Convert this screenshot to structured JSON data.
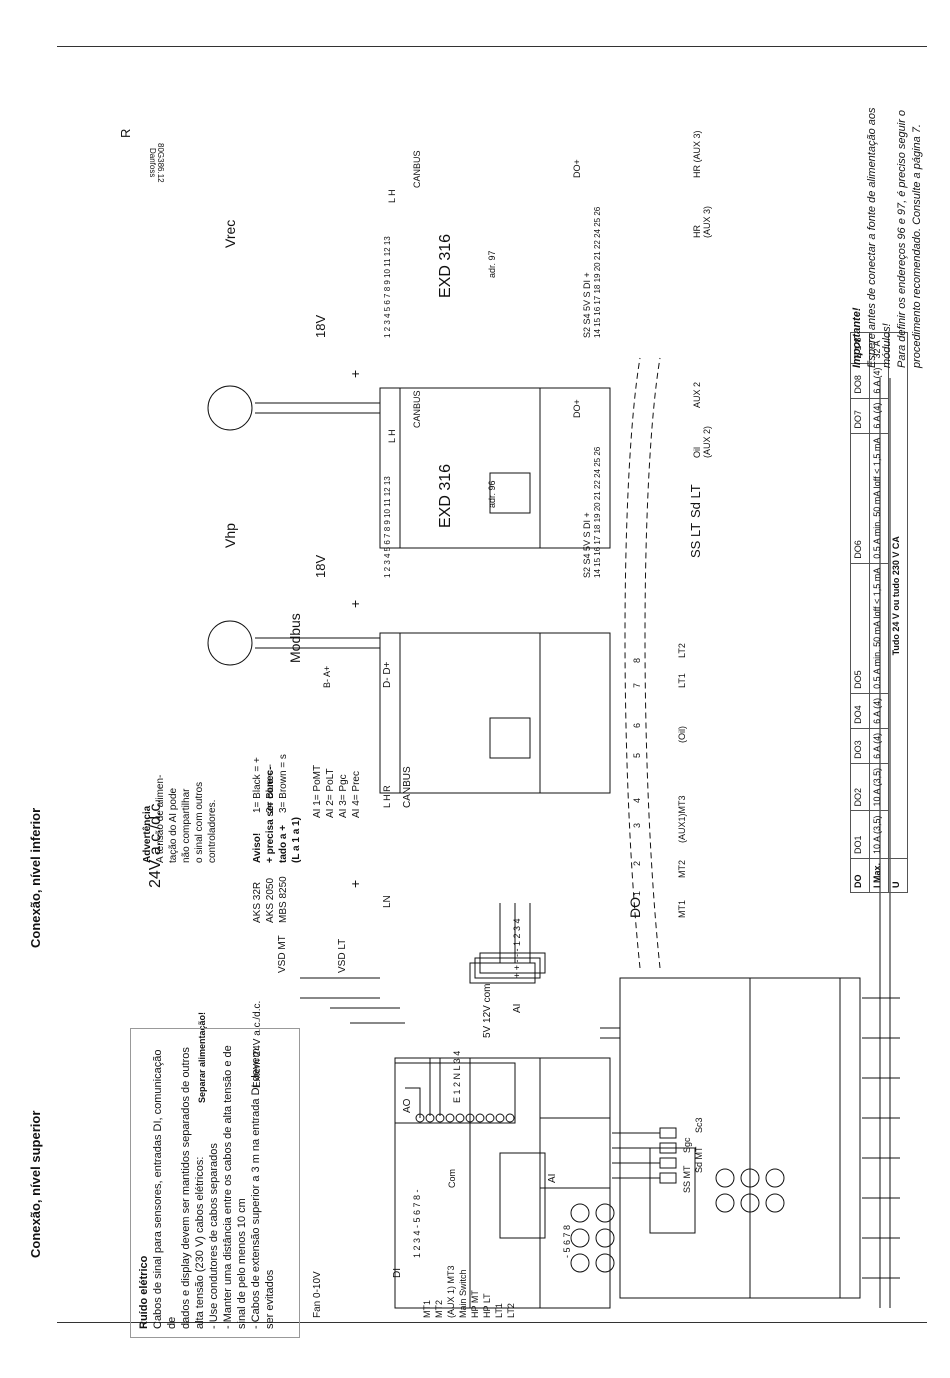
{
  "headings": {
    "upper": "Conexão, nível superior",
    "lower": "Conexão, nível inferior"
  },
  "ref": {
    "brand": "Danfoss",
    "code": "80G386.12"
  },
  "upper": {
    "separar": "Separar alimentação!",
    "fan": "Fan 0-10V",
    "extern": "Extern 24V a.c./d.c.",
    "vsd_mt": "VSD MT",
    "vsd_lt": "VSD LT",
    "v010": "0-10V",
    "advertencia_title": "Advertência",
    "advertencia": [
      "A tensão de alimen-",
      "tação do AI pode",
      "não compartilhar",
      "o sinal com outros",
      "controladores."
    ],
    "aviso_title": "Aviso!",
    "aviso": [
      "+ precisa ser conec-",
      "tado a +",
      "(L a 1 a 1)"
    ],
    "sensors": [
      "AKS 32R",
      "AKS 2050",
      "MBS 8250"
    ],
    "colors": [
      "1= Black = +",
      "2= Blue = -",
      "3= Brown = s"
    ],
    "ai_map": [
      "AI 1= PoMT",
      "AI 2= PoLT",
      "AI 3= Pgc",
      "AI 4= Prec"
    ],
    "ao": "AO",
    "ao_terms": "E 1 2 N L 3 4",
    "ai": "AI",
    "ai_terms": "+ +  - - - 1 2 3 4",
    "vcom": "5V 12V com",
    "di": "DI",
    "di_terms": "1 2 3 4 - 5 6 7 8 -",
    "com": "Com",
    "ai2": "AI",
    "ai2_terms": "- 5 6 7 8",
    "di_labels": [
      "MT1",
      "MT2",
      "(AUX 1) MT3",
      "Main Switch",
      "HP MT",
      "HP LT",
      "LT1",
      "LT2"
    ],
    "ai_sensors": [
      "SS MT",
      "Sd MT",
      "Sgc",
      "Sc3"
    ]
  },
  "lower": {
    "supply": "24V a.c./d.c.",
    "modbus": "Modbus",
    "ab": "B- A+",
    "canbus": "CANBUS",
    "canterms": "L H R",
    "dd": "D- D+",
    "ln": "LN",
    "do_label": "DO",
    "do_nums": [
      "1",
      "2",
      "3",
      "4",
      "5",
      "6",
      "7",
      "8"
    ],
    "do_labels": [
      "MT1",
      "MT2",
      "(AUX1)MT3",
      "",
      "(Oil)",
      "",
      "LT1",
      "LT2"
    ],
    "exd": [
      {
        "name": "EXD 316",
        "adr": "adr. 96",
        "valve": "Vhp",
        "v18": "18V",
        "terms_top": "1 2 3 4 5 6 7 8 9 10 11 12 13",
        "bus": "CANBUS",
        "lh": "L H",
        "terms_bot": "14 15 16 17 18 19 20 21 22  24 25 26",
        "s_bot": "S2 S4 5V S DI +",
        "do": "DO+",
        "sensors": [
          "SS LT",
          "Sd LT"
        ],
        "aux": [
          "Oil",
          "(AUX 2)",
          "AUX 2"
        ]
      },
      {
        "name": "EXD 316",
        "adr": "adr. 97",
        "valve": "Vrec",
        "v18": "18V",
        "terms_top": "1 2 3 4 5 6 7 8 9 10 11 12 13",
        "bus": "CANBUS",
        "lh": "L H",
        "terms_bot": "14 15 16 17 18 19 20 21 22  24 25 26",
        "s_bot": "S2 S4 5V S DI +",
        "do": "DO+",
        "sensors": [],
        "aux": [
          "HR",
          "(AUX 3)",
          "HR (AUX 3)"
        ]
      }
    ],
    "r": "R",
    "plus": "+"
  },
  "noise": {
    "title": "Ruído elétrico",
    "lines": [
      "Cabos de sinal para sensores, entradas DI, comunicação de",
      "dados e display devem ser mantidos separados de outros",
      "alta tensão (230 V) cabos elétricos:",
      "- Use condutores de cabos separados",
      "- Manter uma distância entre os cabos de alta tensão e de",
      "sinal de pelo menos 10 cm",
      "- Cabos de extensão superior a 3 m na entrada DI devem",
      "ser evitados"
    ]
  },
  "table": {
    "rows": [
      [
        "DO",
        "DO1",
        "DO2",
        "DO3",
        "DO4",
        "DO5",
        "DO6",
        "DO7",
        "DO8",
        "Σ 1-8"
      ],
      [
        "I Max.",
        "10 A (3,5)",
        "10 A (3,5)",
        "6 A (4)",
        "6 A (4)",
        "0.5 A min. 50 mA Ioff < 1,5 mA",
        "0.5 A min. 50 mA Ioff < 1,5 mA",
        "6 A (4)",
        "6 A (4)",
        "32 A"
      ]
    ],
    "u_label": "U",
    "u_value": "Tudo 24 V ou tudo 230 V CA"
  },
  "important": {
    "title": "Importante!",
    "lines": [
      "Espere antes de conectar a fonte de alimentação aos",
      "módulos!",
      "Para definir os endereços 96 e 97, é preciso seguir o",
      "procedimento recomendado. Consulte a página 7."
    ]
  }
}
